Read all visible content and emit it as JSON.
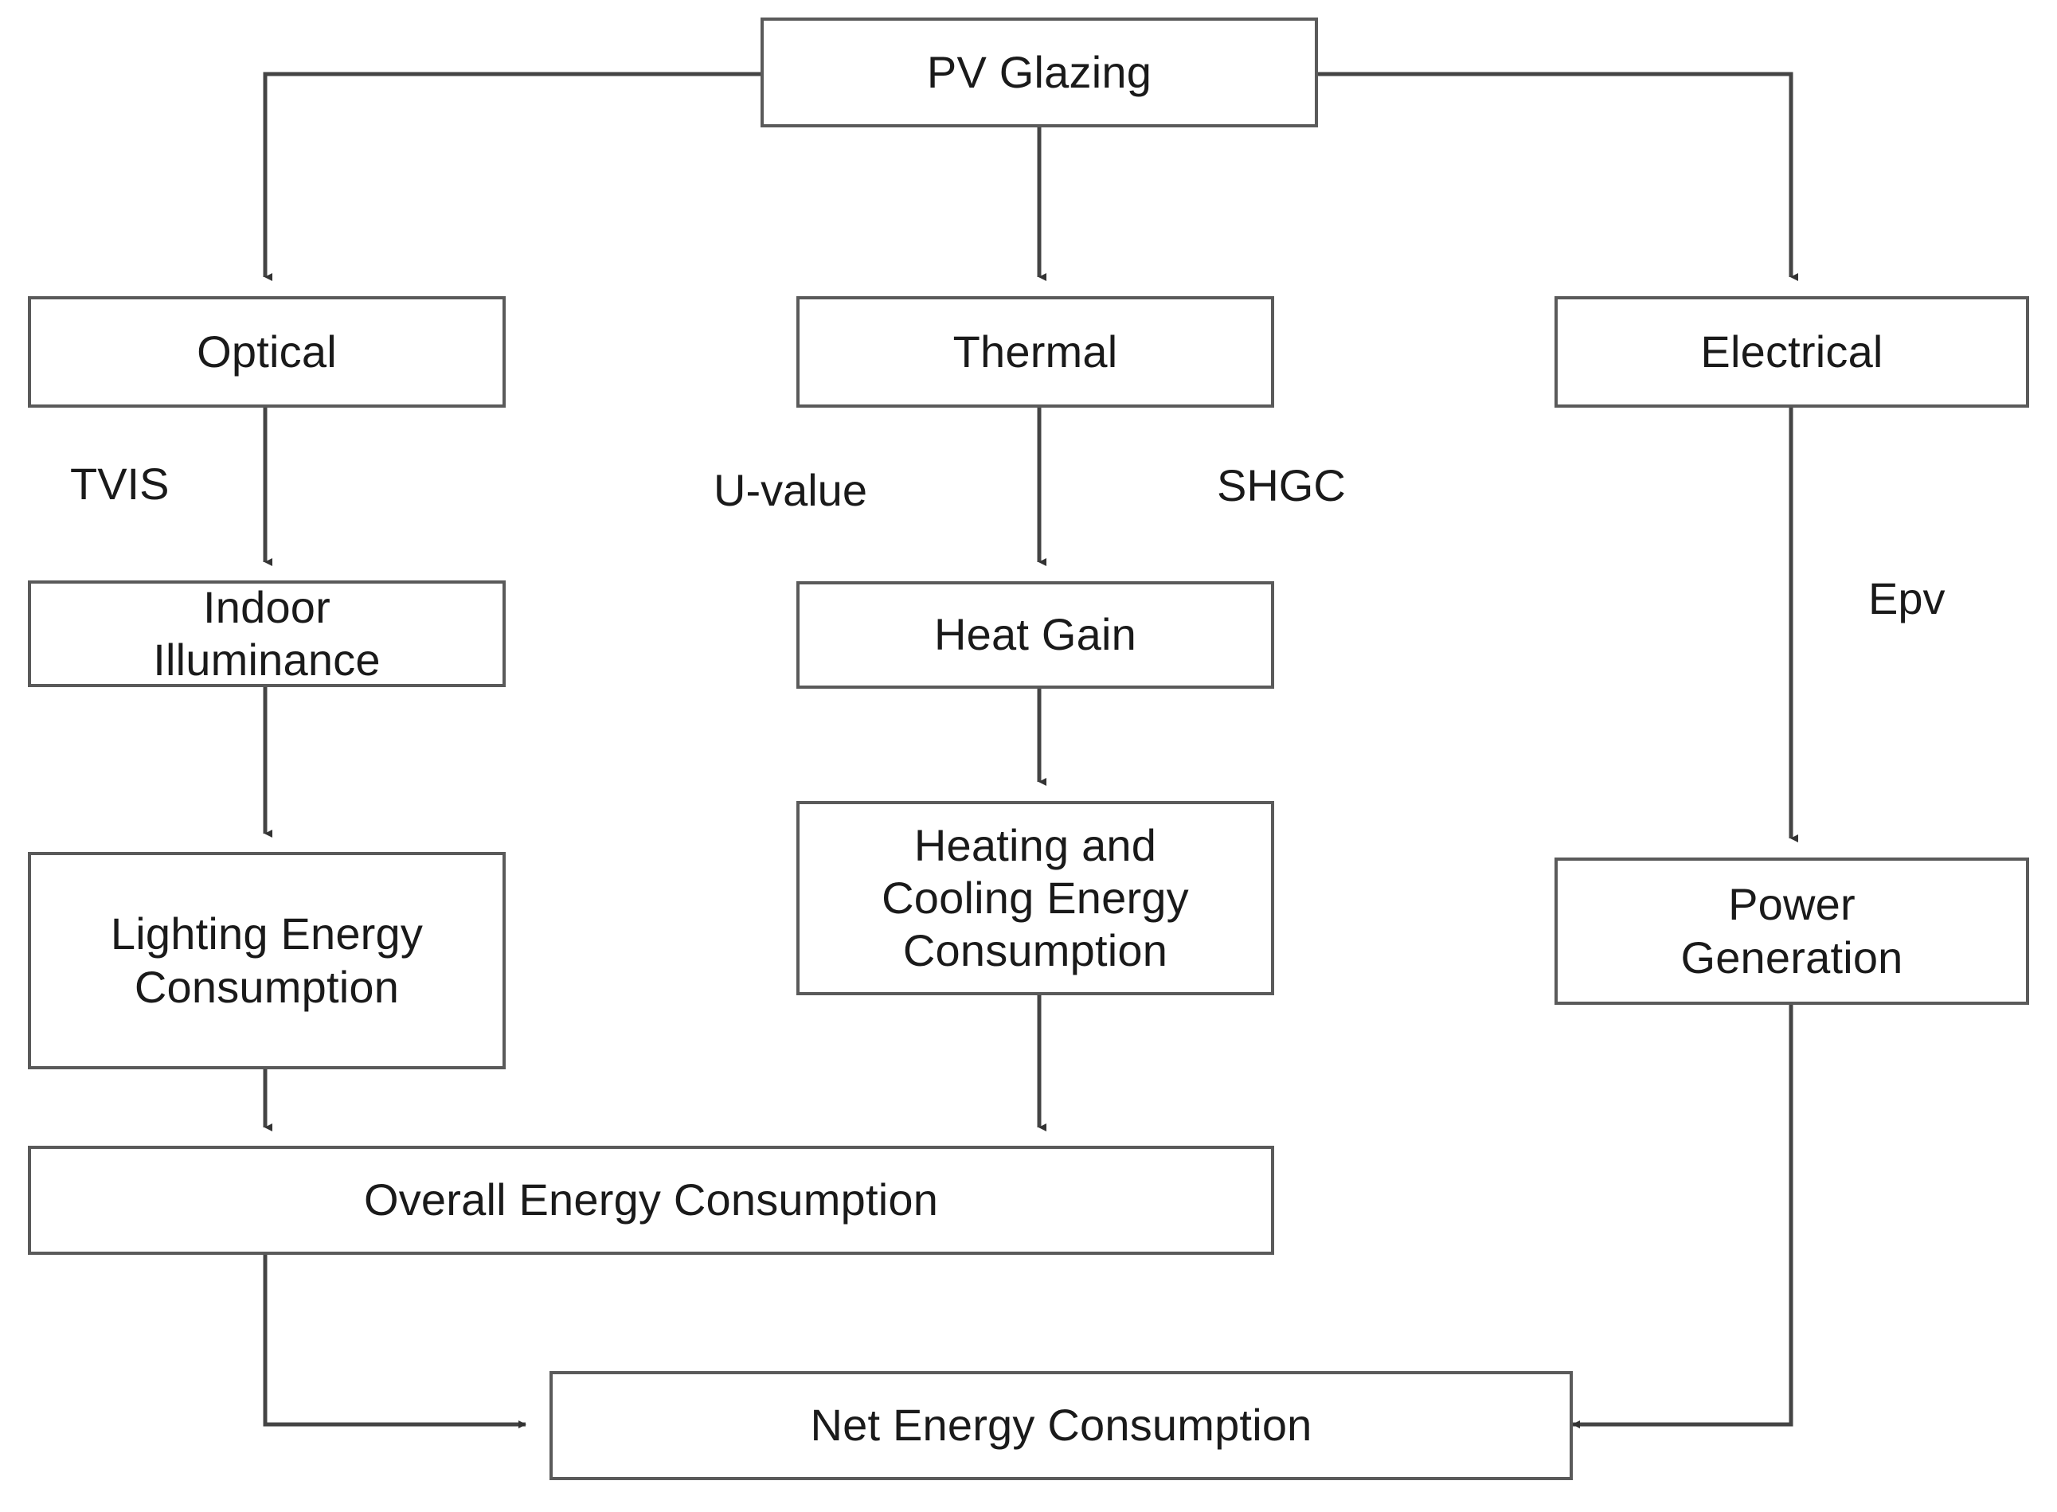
{
  "diagram": {
    "title": "PV Glazing energy performance flowchart",
    "stroke_color": "#5a5a5a",
    "text_color": "#1a1a1a",
    "background_color": "#ffffff",
    "nodes": [
      {
        "id": "pv_glazing",
        "label": "PV Glazing"
      },
      {
        "id": "optical",
        "label": "Optical"
      },
      {
        "id": "thermal",
        "label": "Thermal"
      },
      {
        "id": "electrical",
        "label": "Electrical"
      },
      {
        "id": "indoor_illuminance",
        "line1": "Indoor",
        "line2": "Illuminance"
      },
      {
        "id": "heat_gain",
        "label": "Heat Gain"
      },
      {
        "id": "power_generation",
        "line1": "Power",
        "line2": "Generation"
      },
      {
        "id": "lighting_energy",
        "line1": "Lighting Energy",
        "line2": "Consumption"
      },
      {
        "id": "heating_cooling_energy",
        "line1": "Heating and",
        "line2": "Cooling Energy",
        "line3": "Consumption"
      },
      {
        "id": "overall_energy",
        "label": "Overall Energy Consumption"
      },
      {
        "id": "net_energy",
        "label": "Net Energy Consumption"
      }
    ],
    "edge_labels": [
      {
        "id": "tvis",
        "text": "TVIS"
      },
      {
        "id": "u_value",
        "text": "U-value"
      },
      {
        "id": "shgc",
        "text": "SHGC"
      },
      {
        "id": "epv",
        "text": "Epv"
      }
    ]
  }
}
